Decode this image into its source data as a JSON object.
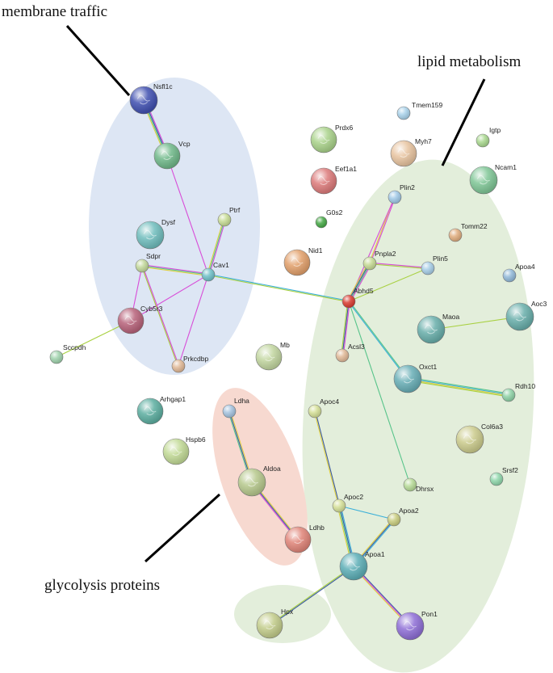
{
  "categories": {
    "membrane": "membrane traffic",
    "lipid": "lipid metabolism",
    "glycolysis": "glycolysis proteins"
  },
  "colors": {
    "membrane_region": "#dde6f4",
    "lipid_region": "#e3eedb",
    "glycolysis_region": "#f7d9d0",
    "hpx_region": "#e3eedb"
  },
  "proteins": [
    {
      "id": "Nsfl1c",
      "color": "#3f4fb0"
    },
    {
      "id": "Vcp",
      "color": "#6fb889"
    },
    {
      "id": "Tmem159",
      "color": "#a9d2ea"
    },
    {
      "id": "Prdx6",
      "color": "#a9d28a"
    },
    {
      "id": "Myh7",
      "color": "#e8c4a0"
    },
    {
      "id": "Igtp",
      "color": "#a9d88f"
    },
    {
      "id": "Eef1a1",
      "color": "#dc7a7a"
    },
    {
      "id": "Ncam1",
      "color": "#7fc696"
    },
    {
      "id": "Ptrf",
      "color": "#c7dc94"
    },
    {
      "id": "Dysf",
      "color": "#6fbdbd"
    },
    {
      "id": "G0s2",
      "color": "#45a845"
    },
    {
      "id": "Plin2",
      "color": "#9fc8e6"
    },
    {
      "id": "Tomm22",
      "color": "#e0ad7e"
    },
    {
      "id": "Nid1",
      "color": "#e2a06b"
    },
    {
      "id": "Sdpr",
      "color": "#c2d89a"
    },
    {
      "id": "Cav1",
      "color": "#6fc0c8"
    },
    {
      "id": "Pnpla2",
      "color": "#c6da94"
    },
    {
      "id": "Plin5",
      "color": "#a6cde6"
    },
    {
      "id": "Apoa4",
      "color": "#91b8d8"
    },
    {
      "id": "Cyb5r3",
      "color": "#b7627a"
    },
    {
      "id": "Abhd5",
      "color": "#d93b30"
    },
    {
      "id": "Maoa",
      "color": "#68aeaa"
    },
    {
      "id": "Aoc3",
      "color": "#68aeaa"
    },
    {
      "id": "Sccpdh",
      "color": "#9fd2ac"
    },
    {
      "id": "Mb",
      "color": "#c2d6a0"
    },
    {
      "id": "Acsl3",
      "color": "#e0b896"
    },
    {
      "id": "Prkcdbp",
      "color": "#e0b896"
    },
    {
      "id": "Oxct1",
      "color": "#68aeb6"
    },
    {
      "id": "Rdh10",
      "color": "#8ed2a6"
    },
    {
      "id": "Ldha",
      "color": "#a4c2de"
    },
    {
      "id": "Arhgap1",
      "color": "#5caea0"
    },
    {
      "id": "Apoc4",
      "color": "#d4df96"
    },
    {
      "id": "Hspb6",
      "color": "#c2da96"
    },
    {
      "id": "Col6a3",
      "color": "#cbcb8c"
    },
    {
      "id": "Aldoa",
      "color": "#b6c88c"
    },
    {
      "id": "Dhrsx",
      "color": "#b6da96"
    },
    {
      "id": "Srsf2",
      "color": "#8ed6aa"
    },
    {
      "id": "Apoc2",
      "color": "#d4df96"
    },
    {
      "id": "Apoa2",
      "color": "#c8cc7e"
    },
    {
      "id": "Ldhb",
      "color": "#e08478"
    },
    {
      "id": "Apoa1",
      "color": "#5caeb6"
    },
    {
      "id": "Hpx",
      "color": "#c2cc8a"
    },
    {
      "id": "Pon1",
      "color": "#8e6ed6"
    }
  ],
  "edges": [
    {
      "a": "Nsfl1c",
      "b": "Vcp",
      "colors": [
        "#d84cd8",
        "#3c5aa0",
        "#57c48a",
        "#e0d040"
      ]
    },
    {
      "a": "Vcp",
      "b": "Cav1",
      "colors": [
        "#d84cd8"
      ]
    },
    {
      "a": "Ptrf",
      "b": "Cav1",
      "colors": [
        "#d84cd8",
        "#57c48a",
        "#e0d040"
      ]
    },
    {
      "a": "Sdpr",
      "b": "Cav1",
      "colors": [
        "#d84cd8",
        "#57c48a",
        "#e0d040"
      ]
    },
    {
      "a": "Cyb5r3",
      "b": "Cav1",
      "colors": [
        "#d84cd8"
      ]
    },
    {
      "a": "Prkcdbp",
      "b": "Cav1",
      "colors": [
        "#d84cd8"
      ]
    },
    {
      "a": "Sdpr",
      "b": "Prkcdbp",
      "colors": [
        "#d84cd8",
        "#a8c840"
      ]
    },
    {
      "a": "Sdpr",
      "b": "Cyb5r3",
      "colors": [
        "#d84cd8"
      ]
    },
    {
      "a": "Cyb5r3",
      "b": "Sccpdh",
      "colors": [
        "#a8d040"
      ]
    },
    {
      "a": "Cav1",
      "b": "Abhd5",
      "colors": [
        "#3cb0d8",
        "#a8d040"
      ]
    },
    {
      "a": "Plin2",
      "b": "Pnpla2",
      "colors": [
        "#d84cd8",
        "#e0d040"
      ]
    },
    {
      "a": "Plin2",
      "b": "Abhd5",
      "colors": [
        "#d84cd8"
      ]
    },
    {
      "a": "Pnpla2",
      "b": "Plin5",
      "colors": [
        "#d84cd8",
        "#a8d040"
      ]
    },
    {
      "a": "Pnpla2",
      "b": "Abhd5",
      "colors": [
        "#d84cd8",
        "#57c48a",
        "#3c5aa0",
        "#e0d040"
      ]
    },
    {
      "a": "Plin5",
      "b": "Abhd5",
      "colors": [
        "#a8d040"
      ]
    },
    {
      "a": "Abhd5",
      "b": "Acsl3",
      "colors": [
        "#d84cd8",
        "#3c5aa0",
        "#a8d040"
      ]
    },
    {
      "a": "Abhd5",
      "b": "Oxct1",
      "colors": [
        "#57c48a",
        "#3cb0d8"
      ]
    },
    {
      "a": "Abhd5",
      "b": "Dhrsx",
      "colors": [
        "#57c48a"
      ]
    },
    {
      "a": "Maoa",
      "b": "Aoc3",
      "colors": [
        "#a8d040"
      ]
    },
    {
      "a": "Oxct1",
      "b": "Rdh10",
      "colors": [
        "#57c48a",
        "#3cb0d8",
        "#e0d040",
        "#a8d040"
      ]
    },
    {
      "a": "Ldha",
      "b": "Aldoa",
      "colors": [
        "#e0d040",
        "#3c5aa0",
        "#57c48a"
      ]
    },
    {
      "a": "Aldoa",
      "b": "Ldhb",
      "colors": [
        "#e0d040",
        "#3c5aa0",
        "#d84cd8"
      ]
    },
    {
      "a": "Apoc4",
      "b": "Apoc2",
      "colors": [
        "#3c5aa0",
        "#e0d040"
      ]
    },
    {
      "a": "Apoc2",
      "b": "Apoa2",
      "colors": [
        "#3cb0d8"
      ]
    },
    {
      "a": "Apoc2",
      "b": "Apoa1",
      "colors": [
        "#3cb0d8",
        "#3c5aa0",
        "#57c48a",
        "#e0d040"
      ]
    },
    {
      "a": "Apoa2",
      "b": "Apoa1",
      "colors": [
        "#3cb0d8",
        "#3c5aa0",
        "#e0d040"
      ]
    },
    {
      "a": "Apoa1",
      "b": "Hpx",
      "colors": [
        "#3c5aa0",
        "#a8d040"
      ]
    },
    {
      "a": "Apoa1",
      "b": "Pon1",
      "colors": [
        "#3c5aa0",
        "#d84cd8",
        "#e0d040"
      ]
    }
  ]
}
